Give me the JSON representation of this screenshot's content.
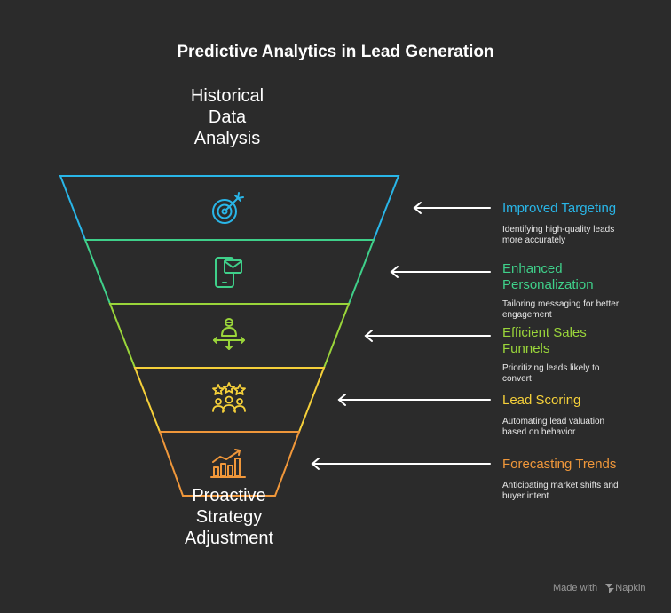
{
  "title": "Predictive Analytics in Lead Generation",
  "top_label": [
    "Historical",
    "Data",
    "Analysis"
  ],
  "bottom_label": [
    "Proactive",
    "Strategy",
    "Adjustment"
  ],
  "stages": [
    {
      "title": "Improved Targeting",
      "description": "Identifying high-quality leads more accurately",
      "color": "#29b6e8",
      "icon": "target-icon"
    },
    {
      "title": "Enhanced Personalization",
      "description": "Tailoring messaging for better engagement",
      "color": "#3fd08a",
      "icon": "mobile-mail-icon"
    },
    {
      "title": "Efficient Sales Funnels",
      "description": "Prioritizing leads likely to convert",
      "color": "#9ad53a",
      "icon": "person-arrows-icon"
    },
    {
      "title": "Lead Scoring",
      "description": "Automating lead valuation based on behavior",
      "color": "#f5d03a",
      "icon": "star-rating-icon"
    },
    {
      "title": "Forecasting Trends",
      "description": "Anticipating market shifts and buyer intent",
      "color": "#f0973a",
      "icon": "growth-chart-icon"
    }
  ],
  "footer": {
    "made_with": "Made with",
    "brand": "Napkin"
  }
}
